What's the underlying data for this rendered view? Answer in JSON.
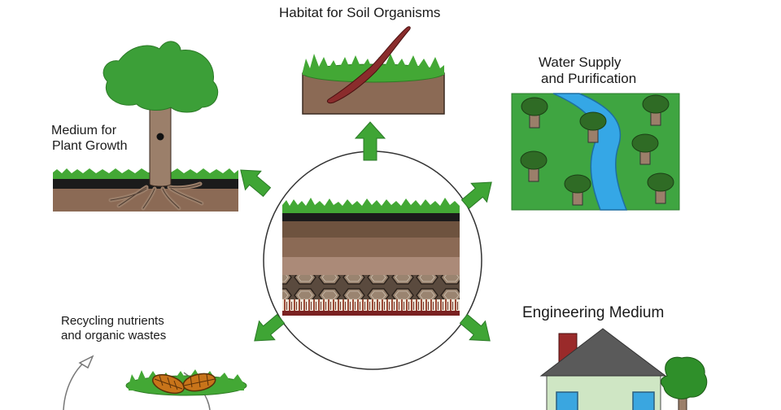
{
  "labels": {
    "habitat": "Habitat for Soil Organisms",
    "water_line1": "Water Supply",
    "water_line2": "and Purification",
    "plant_line1": "Medium for",
    "plant_line2": "Plant Growth",
    "engineering": "Engineering Medium",
    "recycling_line1": "Recycling nutrients",
    "recycling_line2": "and organic wastes"
  },
  "colors": {
    "grass": "#43a835",
    "arrow_green": "#3fa535",
    "soil_brown": "#8b6a55",
    "tree_trunk": "#9b7f6a",
    "tree_leaves": "#3c9f38",
    "river": "#35a7e6",
    "field": "#3fa541",
    "worm": "#8a2c2c",
    "house_wall": "#cfe6c4",
    "roof": "#5a5a5a",
    "chimney": "#9a2a2a",
    "window": "#3aa6e0"
  }
}
